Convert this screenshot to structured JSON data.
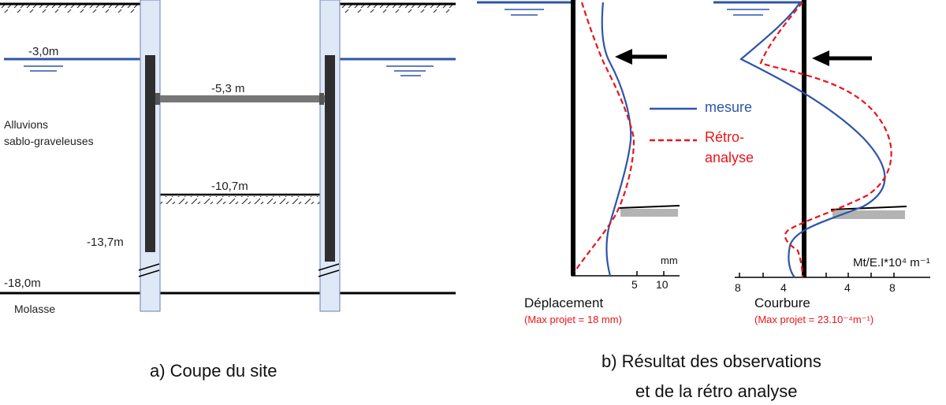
{
  "part_a": {
    "caption": "a) Coupe  du site",
    "water_level": "-3,0m",
    "strut_level": "-5,3 m",
    "excavation_level": "-10,7m",
    "wall_toe_level": "-13,7m",
    "molasse_level": "-18,0m",
    "soil_label_line1": "Alluvions",
    "soil_label_line2": "sablo-graveleuses",
    "bedrock_label": "Molasse"
  },
  "part_b": {
    "caption_line1": "b) Résultat des observations",
    "caption_line2": "et de la rétro analyse",
    "legend_measure": "mesure",
    "legend_back_analysis_line1": "Rétro-",
    "legend_back_analysis_line2": "analyse",
    "colors": {
      "measure": "#2f55a8",
      "back_analysis": "#e8161b",
      "water": "#2f55a8"
    },
    "displacement": {
      "title": "Déplacement",
      "note": "(Max projet = 18 mm)",
      "unit": "mm",
      "ticks": [
        "5",
        "10"
      ]
    },
    "curvature": {
      "title": "Courbure",
      "note": "(Max projet = 23.10⁻⁴m⁻¹)",
      "axis_label": "Mt/E.I*10⁴ m⁻¹",
      "ticks_left": [
        "8",
        "4"
      ],
      "ticks_right": [
        "4",
        "8"
      ]
    }
  }
}
